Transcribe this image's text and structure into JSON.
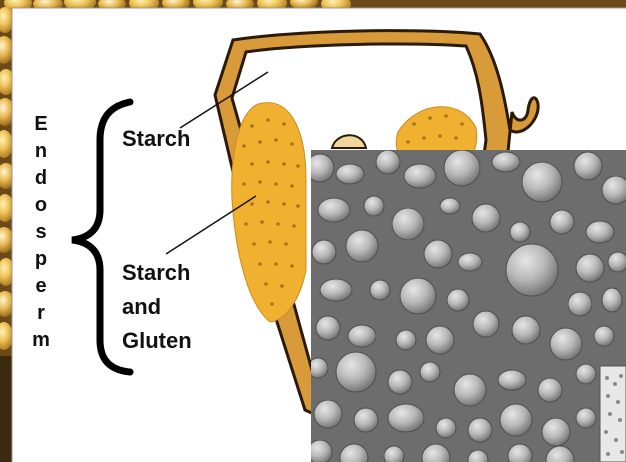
{
  "diagram": {
    "side_word_letters": [
      "E",
      "n",
      "d",
      "o",
      "s",
      "p",
      "e",
      "r",
      "m"
    ],
    "label_starch": "Starch",
    "label_starch_gluten": [
      "Starch",
      "and",
      "Gluten"
    ]
  },
  "colors": {
    "kernel_outline": "#2a1a08",
    "kernel_wall": "#d99a3a",
    "starch_gluten_fill": "#f0b030",
    "germ_fill": "#f2d59a",
    "sem_background": "#6d6d6d",
    "sem_granule": "#b9b9b9",
    "corn_photo": "#e2b54a"
  }
}
